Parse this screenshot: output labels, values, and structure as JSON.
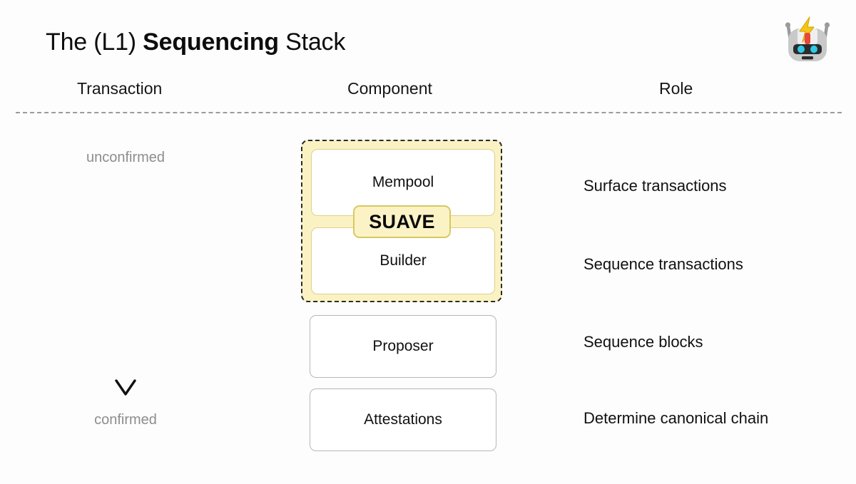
{
  "slide": {
    "background_color": "#fdfdfd",
    "title": {
      "lead": "The (L1) ",
      "emphasis": "Sequencing",
      "trail": " Stack"
    },
    "logo": {
      "icon_name": "robot-with-lightning-bolt-icon",
      "body_color": "#c9c9c9",
      "eye_color": "#2fc8e8",
      "bolt_color": "#f5c518",
      "accent_color": "#e8453c"
    }
  },
  "columns": {
    "headers": [
      {
        "label": "Transaction"
      },
      {
        "label": "Component"
      },
      {
        "label": "Role"
      }
    ],
    "divider_color": "#9b9b9b"
  },
  "transaction_axis": {
    "top_label": "unconfirmed",
    "bottom_label": "confirmed",
    "label_color": "#8d8d8d",
    "arrow_name": "downward-gradient-arrow",
    "arrow_color_top": "#ffffff",
    "arrow_color_bottom": "#111111"
  },
  "suave_group": {
    "badge_label": "SUAVE",
    "badge_fill": "#fbf3c6",
    "badge_border": "#d8c85f",
    "container_fill": "#fbf2c4",
    "container_border": "#2b2b2b",
    "members": [
      {
        "label": "Mempool"
      },
      {
        "label": "Builder"
      }
    ]
  },
  "components": [
    {
      "label": "Mempool",
      "role": "Surface transactions",
      "in_suave": true
    },
    {
      "label": "Builder",
      "role": "Sequence transactions",
      "in_suave": true
    },
    {
      "label": "Proposer",
      "role": "Sequence blocks",
      "in_suave": false
    },
    {
      "label": "Attestations",
      "role": "Determine canonical chain",
      "in_suave": false
    }
  ]
}
